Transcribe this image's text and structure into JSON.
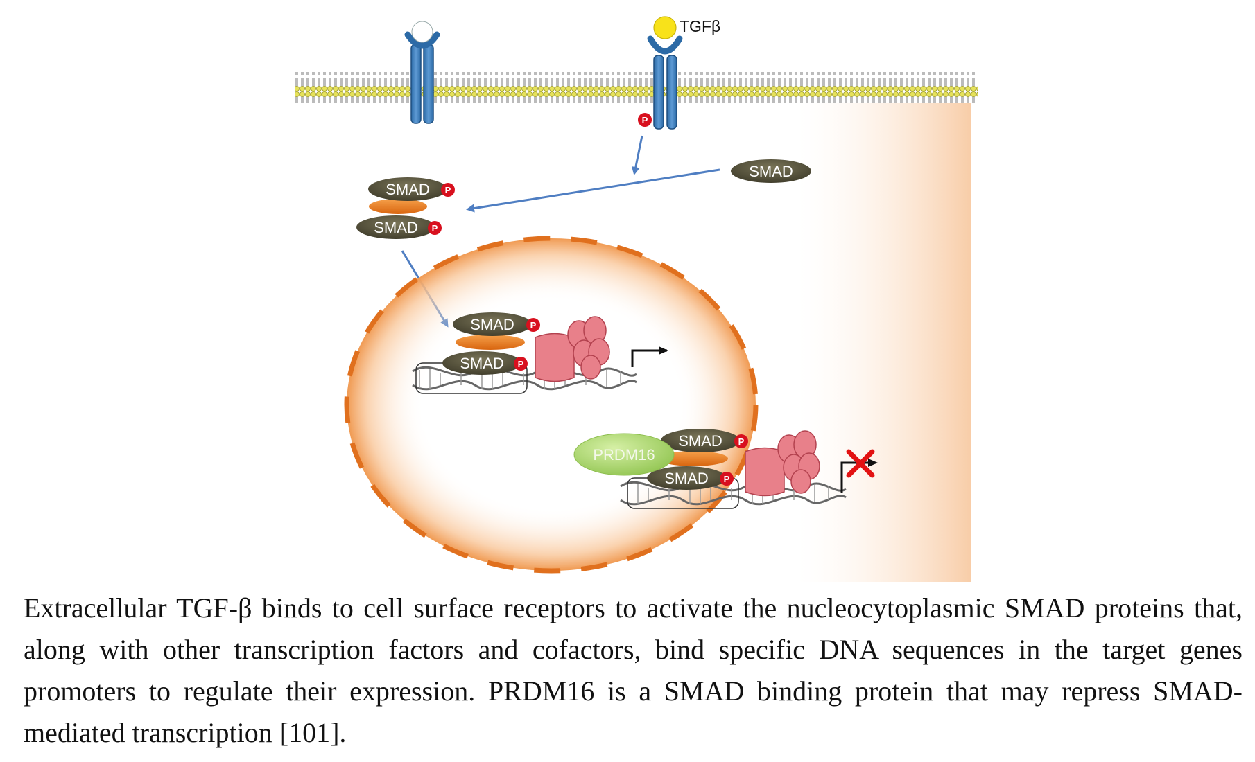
{
  "diagram": {
    "ligand_label": "TGFβ",
    "smad_label": "SMAD",
    "phospho_label": "P",
    "prdm16_label": "PRDM16"
  },
  "caption": "Extracellular TGF-β binds to cell surface receptors to activate the nucleocytoplasmic SMAD proteins that, along with other transcription factors and cofactors, bind specific DNA sequences in the target genes promoters to regulate their expression. PRDM16 is a SMAD binding protein that may repress SMAD-mediated transcription [101].",
  "colors": {
    "smad": "#4d4a36",
    "linker": "#e8781e",
    "phospho": "#d8101e",
    "prdm16": "#b2db6f",
    "polymerase": "#e8808a",
    "arrow": "#4f7ec2",
    "nucleus": "#e0701e",
    "receptor": "#3d7fbf",
    "ligand": "#f8e21a",
    "repress": "#e21212"
  }
}
